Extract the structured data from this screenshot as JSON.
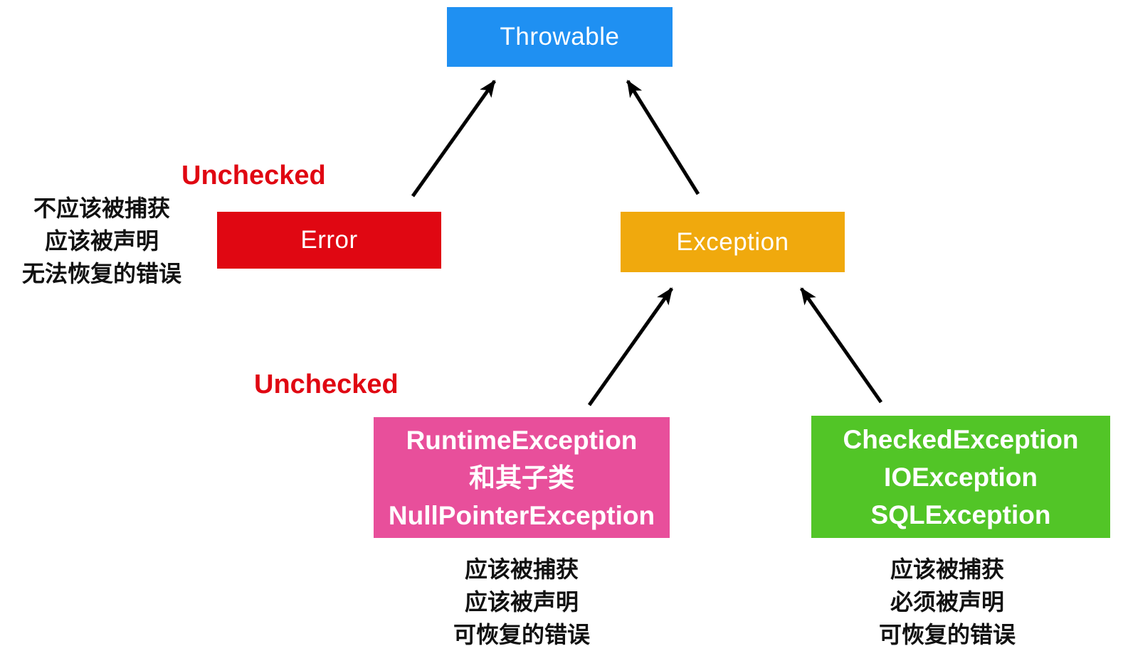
{
  "diagram": {
    "nodes": {
      "throwable": {
        "label": "Throwable",
        "color": "#1F90F2"
      },
      "error": {
        "label": "Error",
        "color": "#E00712"
      },
      "exception": {
        "label": "Exception",
        "color": "#F0A90D"
      },
      "runtime": {
        "lines": [
          "RuntimeException",
          "和其子类",
          "NullPointerException"
        ],
        "color": "#E84F9B"
      },
      "checked": {
        "lines": [
          "CheckedException",
          "IOException",
          "SQLException"
        ],
        "color": "#52C527"
      }
    },
    "annotations": {
      "unchecked_top": {
        "label": "Unchecked",
        "color": "#E00712"
      },
      "unchecked_bottom": {
        "label": "Unchecked",
        "color": "#E00712"
      },
      "error_notes": [
        "不应该被捕获",
        "应该被声明",
        "无法恢复的错误"
      ],
      "runtime_notes": [
        "应该被捕获",
        "应该被声明",
        "可恢复的错误"
      ],
      "checked_notes": [
        "应该被捕获",
        "必须被声明",
        "可恢复的错误"
      ]
    },
    "arrow_color": "#000000"
  }
}
